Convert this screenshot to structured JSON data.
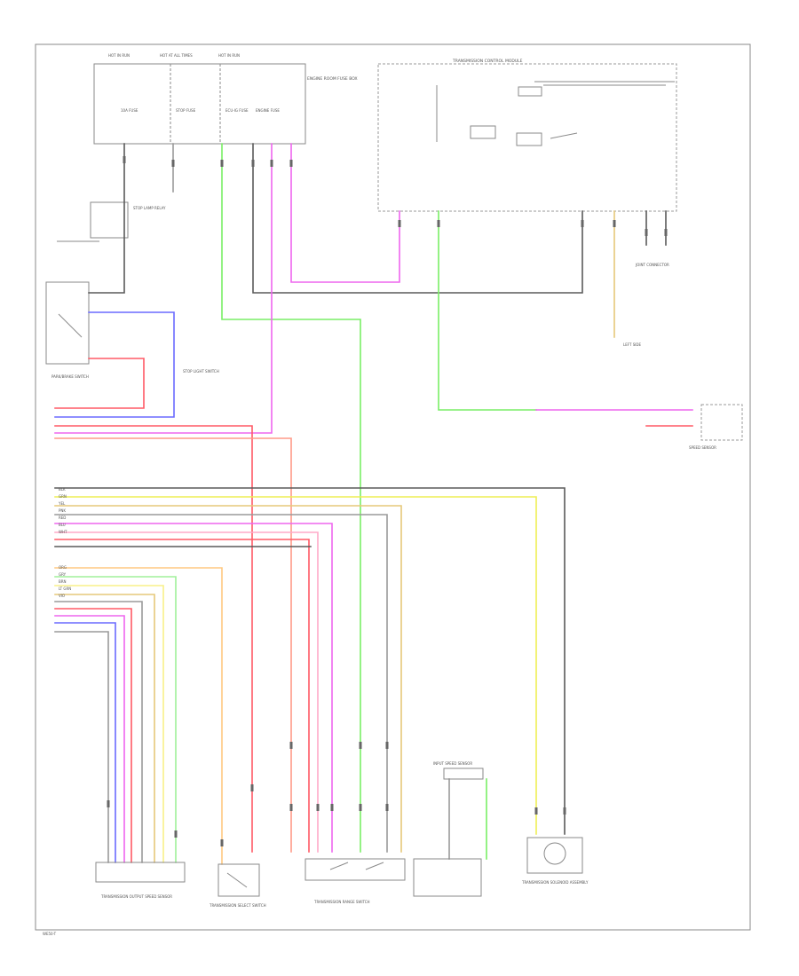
{
  "diagram": {
    "footer_code": "WE50-T",
    "top_fuse_labels": [
      "HOT IN RUN",
      "HOT AT ALL TIMES",
      "HOT IN RUN"
    ],
    "fuse_box_title": "ENGINE ROOM FUSE BOX",
    "fuse_items": [
      "10A FUSE",
      "STOP FUSE",
      "ECU-IG FUSE",
      "ENGINE FUSE"
    ],
    "ecm_title": "TRANSMISSION CONTROL MODULE",
    "brake_switch_label": "PARK/BRAKE SWITCH",
    "stop_lamp_relay_label": "STOP LAMP RELAY",
    "stop_light_switch_label": "STOP LIGHT SWITCH",
    "joint_connector_label": "JOINT CONNECTOR",
    "left_side_label": "LEFT SIDE",
    "sensor_bus_label": "SPEED SENSOR",
    "bottom_components": [
      "TRANSMISSION OUTPUT SPEED SENSOR",
      "TRANSMISSION SELECT SWITCH",
      "TRANSMISSION RANGE SWITCH",
      "INPUT SPEED SENSOR",
      "TRANSMISSION SOLENOID ASSEMBLY"
    ],
    "wire_codes": [
      "BLK",
      "GRN",
      "YEL",
      "PNK",
      "RED",
      "BLU",
      "WHT",
      "ORG",
      "GRY",
      "BRN",
      "LT GRN",
      "VIO"
    ],
    "colors": {
      "frame": "#8a8a8a",
      "black": "#5a5a5a",
      "gray": "#9a9a9a",
      "green": "#7aee66",
      "magenta": "#ee66ee",
      "red": "#ff5a66",
      "blue": "#6a6aff",
      "yellow": "#eeee55",
      "tan": "#e6c87a",
      "salmon": "#ff9a88",
      "pink": "#ffaac8",
      "orange": "#ffc880",
      "lightgreen": "#a0f09a",
      "lightyellow": "#f8f088"
    }
  }
}
